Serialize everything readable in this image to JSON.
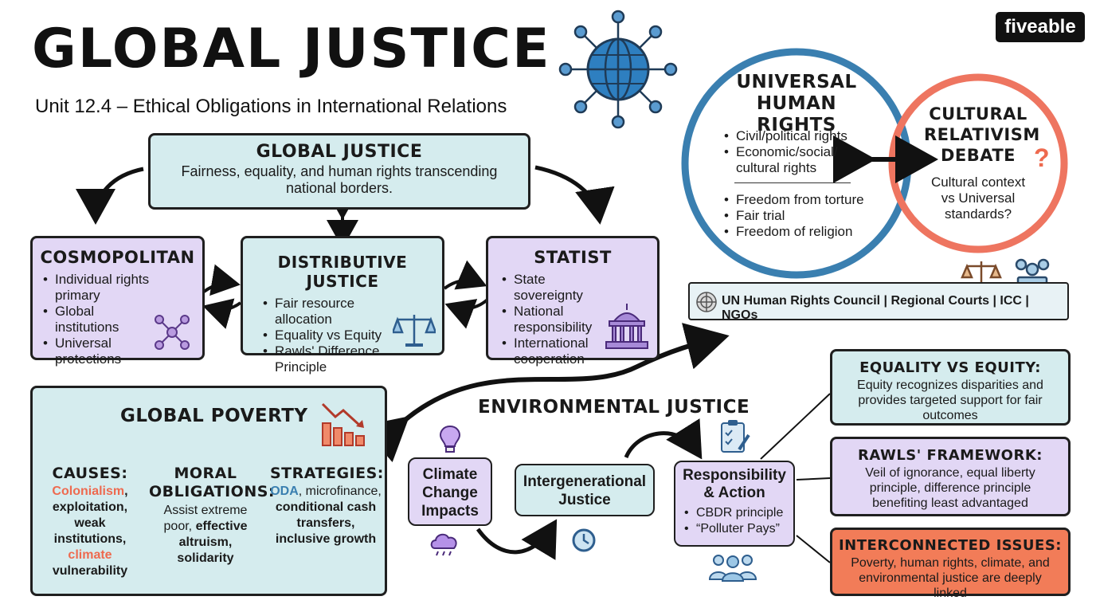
{
  "header": {
    "title": "GLOBAL JUSTICE",
    "subtitle": "Unit 12.4 – Ethical Obligations in International Relations",
    "brand": "fiveable"
  },
  "core": {
    "title": "GLOBAL JUSTICE",
    "desc": "Fairness, equality, and human rights transcending national borders."
  },
  "cosmopolitan": {
    "title": "COSMOPOLITAN",
    "items": [
      "Individual rights primary",
      "Global institutions",
      "Universal protections"
    ]
  },
  "distributive": {
    "title": "DISTRIBUTIVE JUSTICE",
    "items": [
      "Fair resource allocation",
      "Equality vs Equity",
      "Rawls' Difference Principle"
    ]
  },
  "statist": {
    "title": "STATIST",
    "items": [
      "State sovereignty",
      "National responsibility",
      "International cooperation"
    ]
  },
  "rights": {
    "title_line1": "UNIVERSAL",
    "title_line2": "HUMAN RIGHTS",
    "group1": [
      "Civil/political rights",
      "Economic/social/ cultural rights"
    ],
    "group2": [
      "Freedom from torture",
      "Fair trial",
      "Freedom of religion"
    ]
  },
  "relativism": {
    "title_line1": "CULTURAL",
    "title_line2": "RELATIVISM",
    "title_line3": "DEBATE",
    "desc": "Cultural context vs Universal standards?",
    "question_mark": "?"
  },
  "institutions": {
    "text": "UN Human Rights Council | Regional Courts | ICC | NGOs"
  },
  "poverty": {
    "title": "GLOBAL POVERTY",
    "causes": {
      "title": "CAUSES:",
      "t1": "Colonialism",
      "t2": ",",
      "t3": "exploitation, weak institutions,",
      "t4": "climate",
      "t5": "vulnerability"
    },
    "moral": {
      "title_line1": "MORAL",
      "title_line2": "OBLIGATIONS:",
      "t1": "Assist extreme poor,",
      "t2": "effective altruism, solidarity"
    },
    "strategies": {
      "title": "STRATEGIES:",
      "t1": "ODA",
      "t2": ",",
      "t3": "microfinance,",
      "t4": "conditional cash transfers, inclusive growth"
    }
  },
  "environmental": {
    "title": "ENVIRONMENTAL JUSTICE",
    "climate": "Climate Change Impacts",
    "intergen": "Intergenerational Justice",
    "responsibility": {
      "title": "Responsibility & Action",
      "items": [
        "CBDR principle",
        "“Polluter Pays”"
      ]
    }
  },
  "equality": {
    "title": "EQUALITY VS EQUITY:",
    "desc": "Equity recognizes disparities and provides targeted support for fair outcomes"
  },
  "rawls": {
    "title": "RAWLS' FRAMEWORK:",
    "desc": "Veil of ignorance, equal liberty principle, difference principle benefiting least advantaged"
  },
  "interconnected": {
    "title": "INTERCONNECTED ISSUES:",
    "desc": "Poverty, human rights, climate, and environmental justice are deeply linked"
  },
  "colors": {
    "teal": "#d5ecee",
    "purple": "#e2d7f5",
    "coral": "#f27c58",
    "blue_ring": "#3a7fb0",
    "red_ring": "#ee7560",
    "highlight_red": "#ee6a4f",
    "highlight_blue": "#3a7fb0"
  }
}
